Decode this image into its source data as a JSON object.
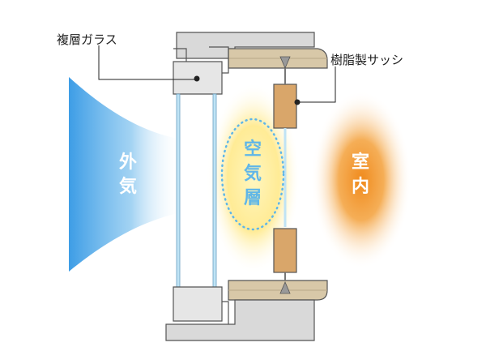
{
  "callouts": {
    "double_glass": "複層ガラス",
    "resin_sash": "樹脂製サッシ"
  },
  "zones": {
    "outdoor": [
      "外",
      "気"
    ],
    "air_layer": [
      "空",
      "気",
      "層"
    ],
    "indoor": [
      "室",
      "内"
    ]
  },
  "colors": {
    "outdoor": "#4aa3e3",
    "air_layer": "#5fb6e8",
    "indoor": "#f0962a",
    "wall": "#d9d9d9",
    "wood": "#d9a66a",
    "sill": "#d8c8a8"
  }
}
